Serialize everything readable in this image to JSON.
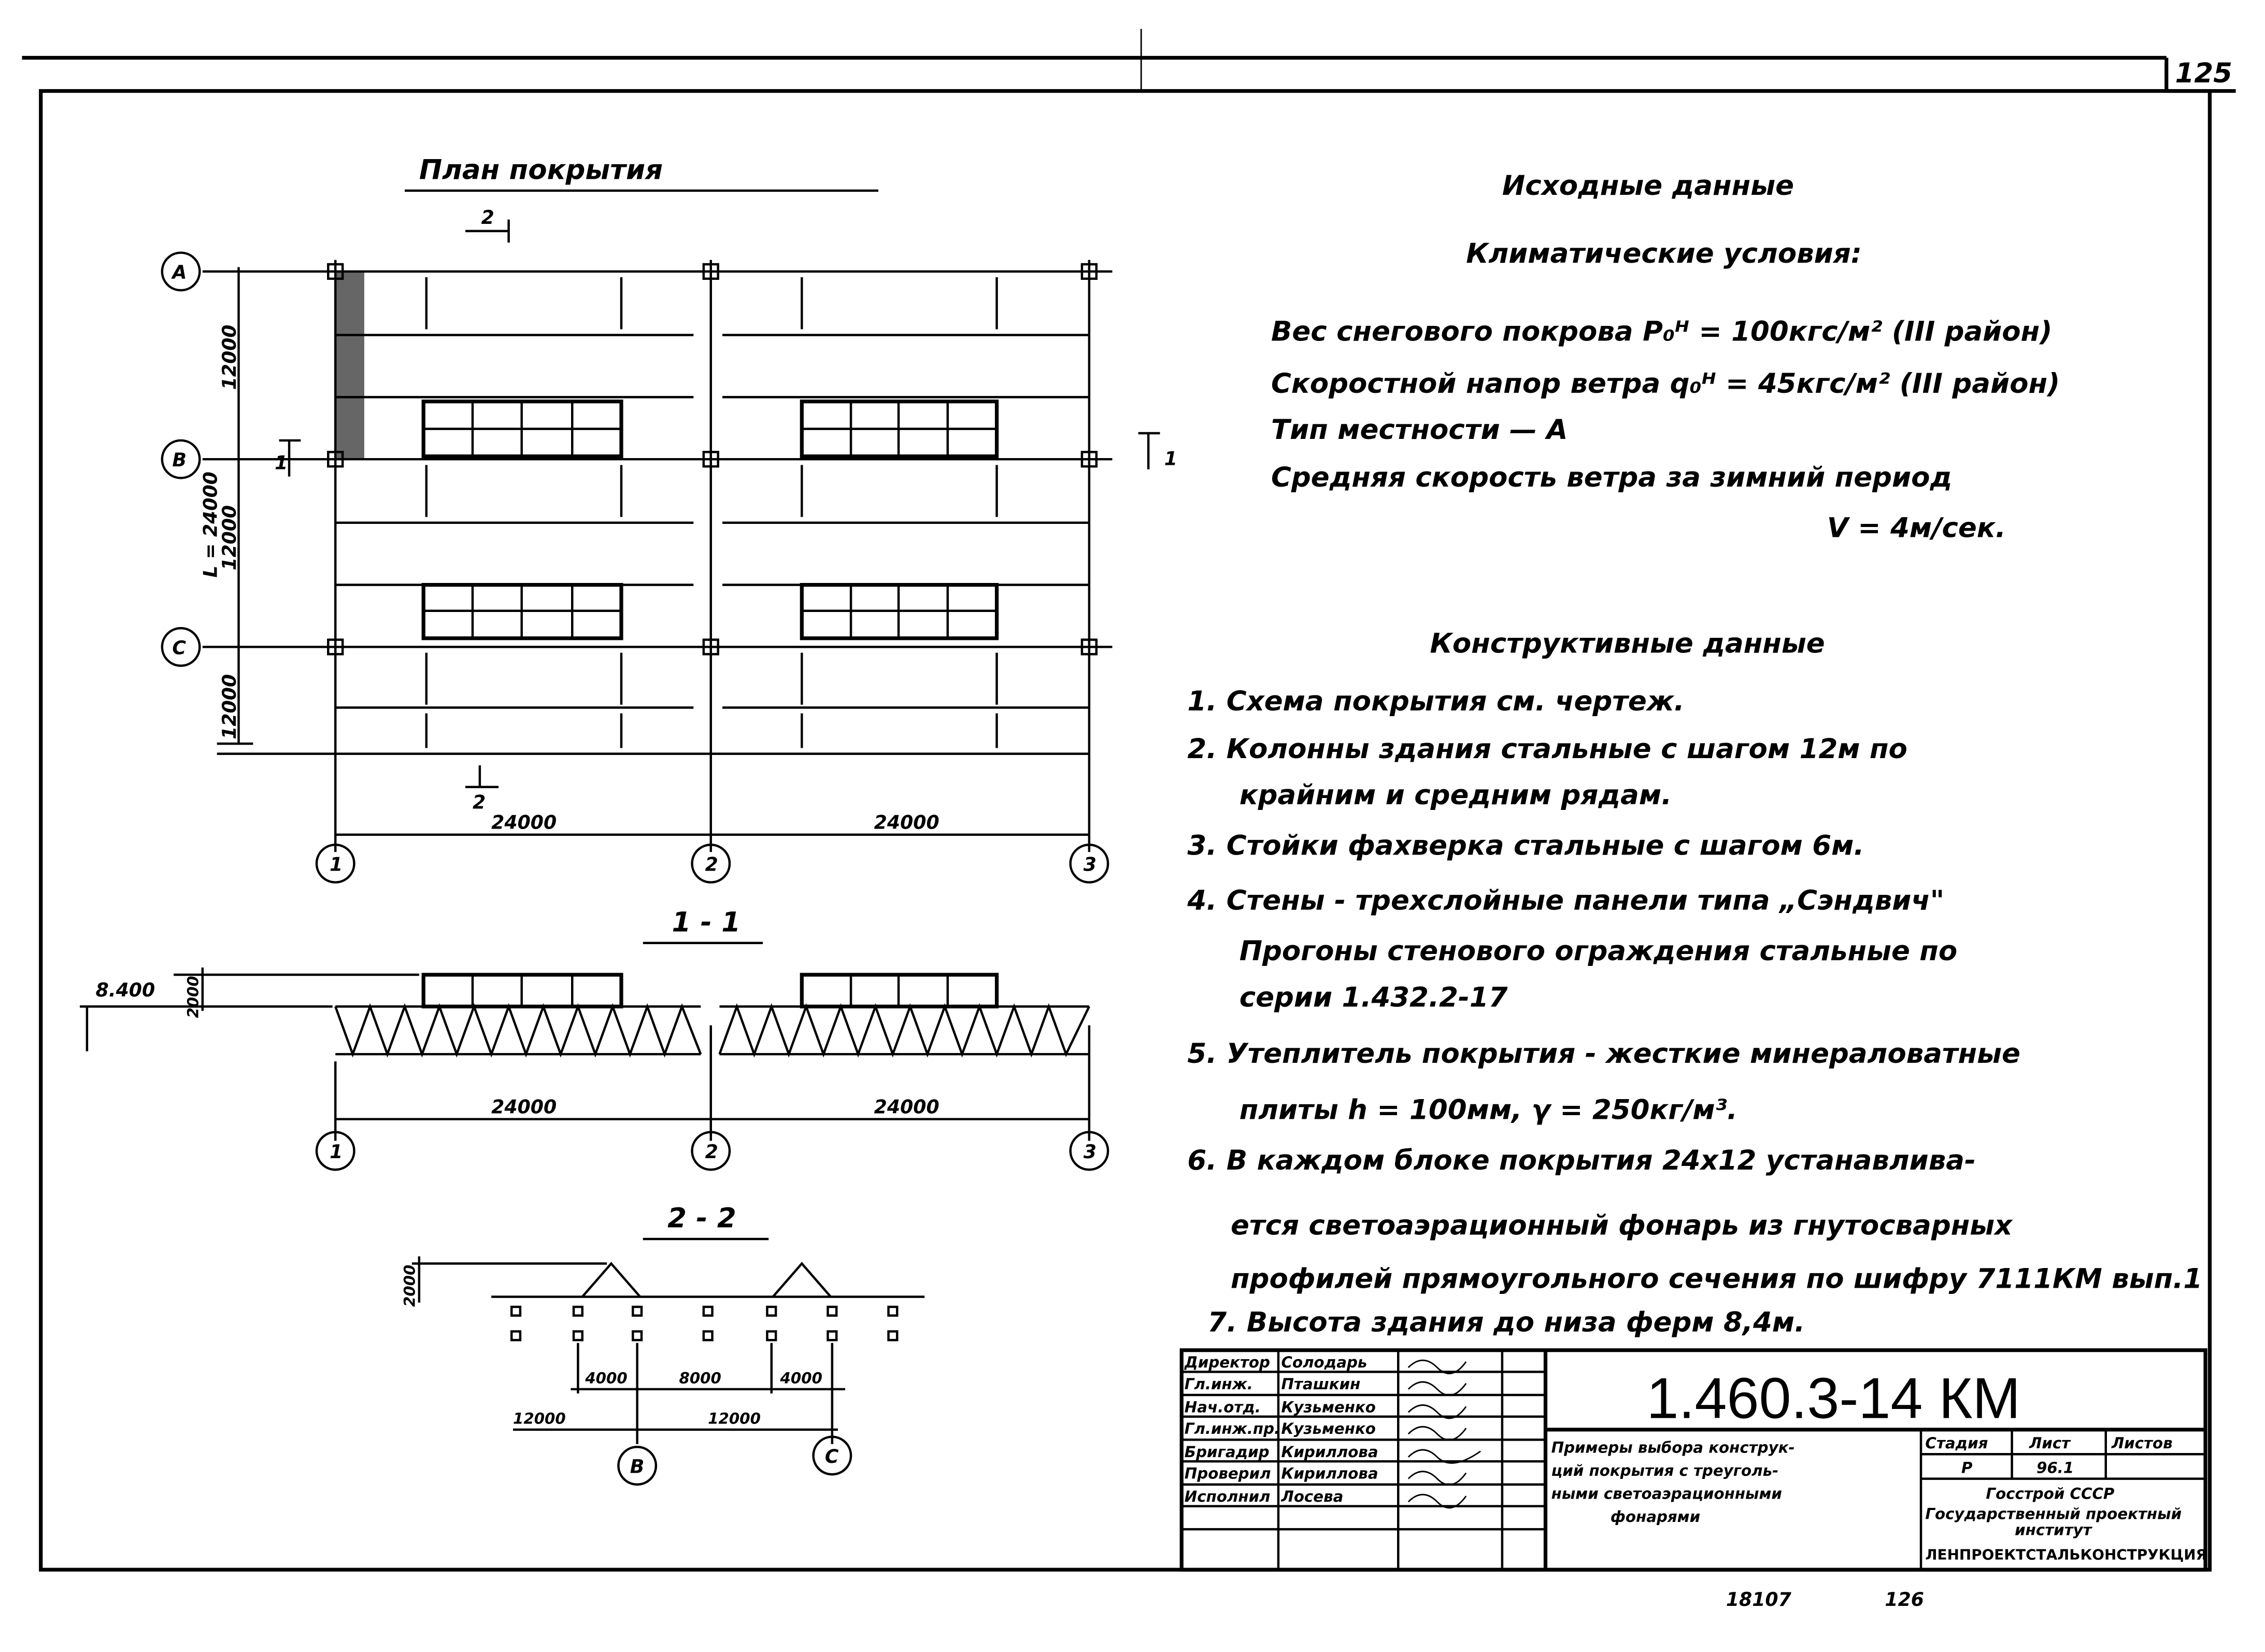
{
  "sheet": {
    "page_number": "125",
    "footer_left": "18107",
    "footer_right": "126"
  },
  "plan": {
    "title": "План покрытия",
    "section_mark_top": "2",
    "section_mark_bottom": "2",
    "section_mark_left": "1",
    "section_mark_right": "1",
    "row_axes": [
      "A",
      "B",
      "C"
    ],
    "col_axes": [
      "1",
      "2",
      "3"
    ],
    "row_dims": [
      "12000",
      "12000",
      "12000"
    ],
    "total_dim": "L = 24000",
    "span_dims": [
      "24000",
      "24000"
    ]
  },
  "section_1": {
    "title": "1 - 1",
    "elevation": "8.400",
    "lantern_height": "2000",
    "span_dims": [
      "24000",
      "24000"
    ],
    "axes": [
      "1",
      "2",
      "3"
    ]
  },
  "section_2": {
    "title": "2 - 2",
    "lantern_height": "2000",
    "dims_top": [
      "4000",
      "8000",
      "4000"
    ],
    "dims_bottom": [
      "12000",
      "12000"
    ],
    "axes": [
      "B",
      "C"
    ]
  },
  "source_data": {
    "title": "Исходные данные",
    "climate_title": "Климатические условия:",
    "lines": [
      "Вес снегового покрова P₀ᴴ = 100кгс/м² (III район)",
      "Скоростной напор ветра q₀ᴴ = 45кгс/м² (III район)",
      "Тип местности  —  А",
      "Средняя скорость ветра за зимний период",
      "V = 4м/сек."
    ]
  },
  "design_data": {
    "title": "Конструктивные данные",
    "lines": [
      "1. Схема покрытия см. чертеж.",
      "2. Колонны здания стальные с шагом 12м по",
      "крайним и средним рядам.",
      "3. Стойки фахверка стальные с шагом 6м.",
      "4. Стены - трехслойные панели типа „Сэндвич\"",
      "Прогоны стенового ограждения стальные по",
      "серии 1.432.2-17",
      "5. Утеплитель покрытия - жесткие минераловатные",
      "плиты h = 100мм, γ = 250кг/м³.",
      "6. В каждом блоке покрытия 24х12 устанавлива-",
      "ется светоаэрационный фонарь из гнутосварных",
      "профилей прямоугольного сечения по шифру 7111КМ вып.1",
      "7. Высота здания до низа ферм 8,4м."
    ]
  },
  "title_block": {
    "code": "1.460.3-14 КМ",
    "staff": [
      {
        "role": "Директор",
        "name": "Солодарь"
      },
      {
        "role": "Гл.инж.",
        "name": "Пташкин"
      },
      {
        "role": "Нач.отд.",
        "name": "Кузьменко"
      },
      {
        "role": "Гл.инж.пр.",
        "name": "Кузьменко"
      },
      {
        "role": "Бригадир",
        "name": "Кириллова"
      },
      {
        "role": "Проверил",
        "name": "Кириллова"
      },
      {
        "role": "Исполнил",
        "name": "Лосева"
      }
    ],
    "description": [
      "Примеры выбора конструк-",
      "ций покрытия с треуголь-",
      "ными светоаэрационными",
      "фонарями"
    ],
    "stage_label": "Стадия",
    "sheet_label": "Лист",
    "sheets_label": "Листов",
    "stage": "Р",
    "sheet": "96.1",
    "org": [
      "Госстрой СССР",
      "Государственный проектный",
      "институт",
      "ЛЕНПРОЕКТСТАЛЬКОНСТРУКЦИЯ"
    ]
  }
}
